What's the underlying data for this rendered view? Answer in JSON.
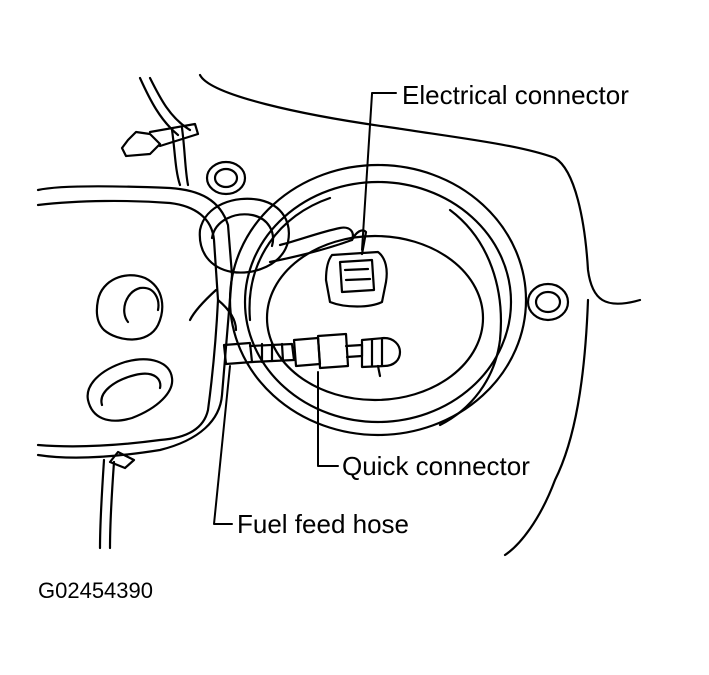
{
  "labels": {
    "electrical_connector": "Electrical connector",
    "quick_connector": "Quick connector",
    "fuel_feed_hose": "Fuel feed hose"
  },
  "figure_id": "G02454390",
  "colors": {
    "ink": "#000000",
    "background": "#ffffff"
  }
}
